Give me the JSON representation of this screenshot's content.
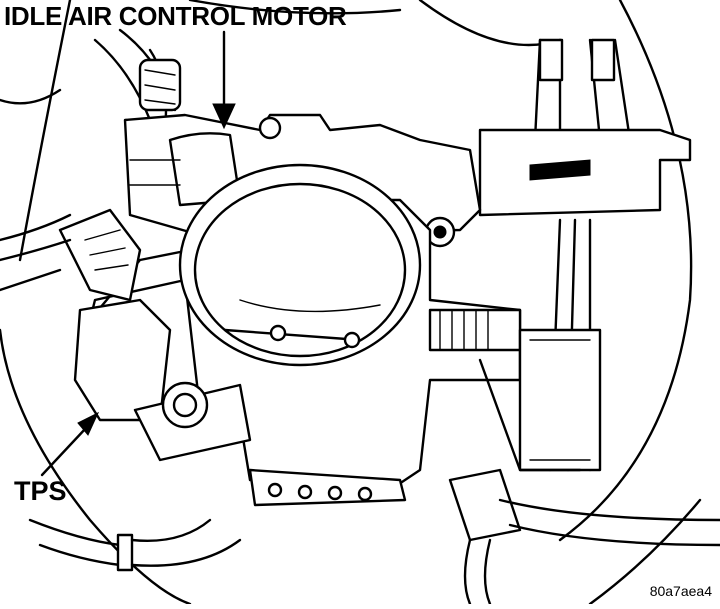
{
  "diagram": {
    "labels": {
      "idle_air_control_motor": "IDLE AIR CONTROL MOTOR",
      "tps": "TPS"
    },
    "figure_code": "80a7aea4"
  }
}
